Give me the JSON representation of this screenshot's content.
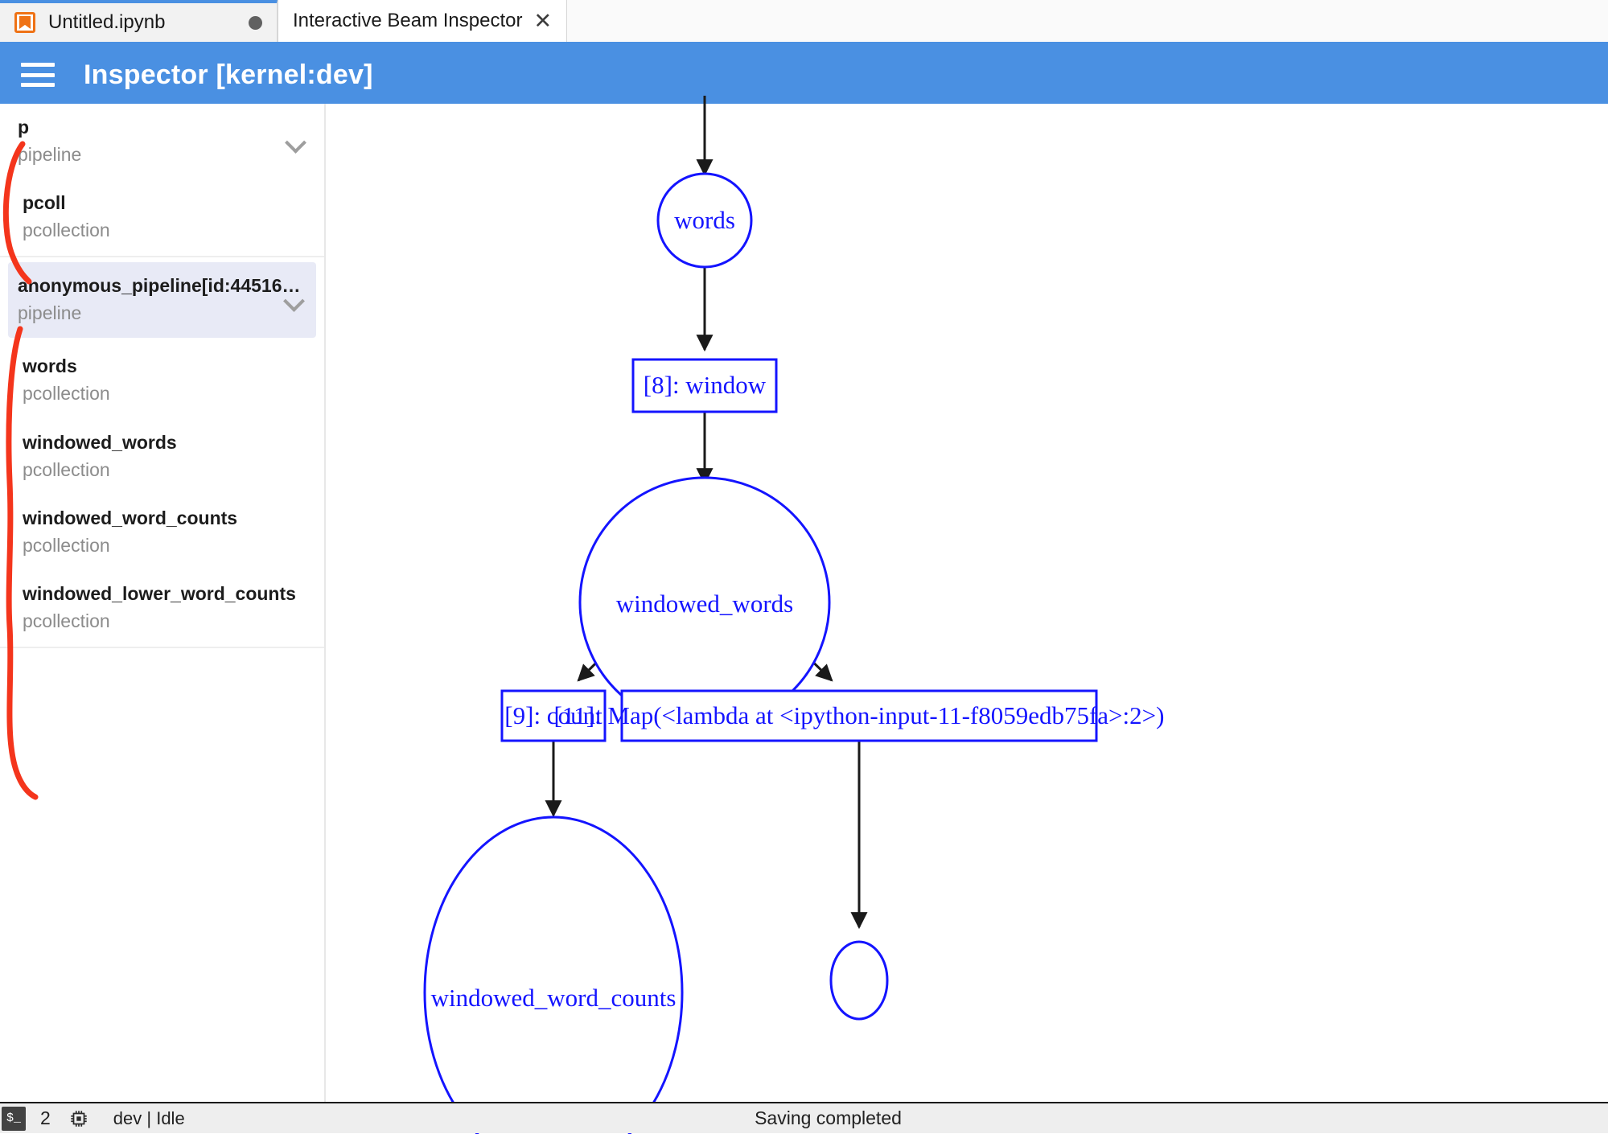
{
  "tabs": [
    {
      "label": "Untitled.ipynb",
      "icon": "notebook-icon",
      "state": "unsaved-dot",
      "active": false
    },
    {
      "label": "Interactive Beam Inspector",
      "icon": "close-icon",
      "active": true
    }
  ],
  "header": {
    "menu_icon": "hamburger-icon",
    "title": "Inspector [kernel:dev]",
    "accent_color": "#4a90e2"
  },
  "sidebar": {
    "groups": [
      {
        "items": [
          {
            "name": "p",
            "kind": "pipeline",
            "has_chevron": true,
            "selected": false,
            "indent": false
          },
          {
            "name": "pcoll",
            "kind": "pcollection",
            "has_chevron": false,
            "selected": false,
            "indent": true
          }
        ]
      },
      {
        "items": [
          {
            "name": "anonymous_pipeline[id:44516…",
            "kind": "pipeline",
            "has_chevron": true,
            "selected": true,
            "indent": false
          },
          {
            "name": "words",
            "kind": "pcollection",
            "has_chevron": false,
            "selected": false,
            "indent": true
          },
          {
            "name": "windowed_words",
            "kind": "pcollection",
            "has_chevron": false,
            "selected": false,
            "indent": true
          },
          {
            "name": "windowed_word_counts",
            "kind": "pcollection",
            "has_chevron": false,
            "selected": false,
            "indent": true
          },
          {
            "name": "windowed_lower_word_counts",
            "kind": "pcollection",
            "has_chevron": false,
            "selected": false,
            "indent": true
          }
        ]
      }
    ],
    "annotation_color": "#f4351c",
    "selected_background": "#e8eaf6"
  },
  "graph": {
    "node_color": "#1414ff",
    "edge_color": "#1a1a1a",
    "nodes": [
      {
        "id": "words",
        "shape": "ellipse",
        "label": "words"
      },
      {
        "id": "window",
        "shape": "rectangle",
        "label": "[8]: window"
      },
      {
        "id": "windowed_words",
        "shape": "ellipse",
        "label": "windowed_words"
      },
      {
        "id": "count",
        "shape": "rectangle",
        "label": "[9]: count"
      },
      {
        "id": "map_lambda",
        "shape": "rectangle",
        "label": "[11]: Map(<lambda at <ipython-input-11-f8059edb75fa>:2>)"
      },
      {
        "id": "windowed_word_counts",
        "shape": "ellipse",
        "label": "windowed_word_counts"
      },
      {
        "id": "lower_counts_partial",
        "shape": "ellipse",
        "label": ""
      }
    ],
    "edges": [
      {
        "from": "entry",
        "to": "words"
      },
      {
        "from": "words",
        "to": "window"
      },
      {
        "from": "window",
        "to": "windowed_words"
      },
      {
        "from": "windowed_words",
        "to": "count"
      },
      {
        "from": "windowed_words",
        "to": "map_lambda"
      },
      {
        "from": "count",
        "to": "windowed_word_counts"
      },
      {
        "from": "map_lambda",
        "to": "lower_counts_partial"
      }
    ]
  },
  "statusbar": {
    "terminal_icon_label": "$_",
    "terminal_count": "2",
    "chip_icon": "cpu-chip-icon",
    "kernel_status": "dev | Idle",
    "message": "Saving completed"
  }
}
